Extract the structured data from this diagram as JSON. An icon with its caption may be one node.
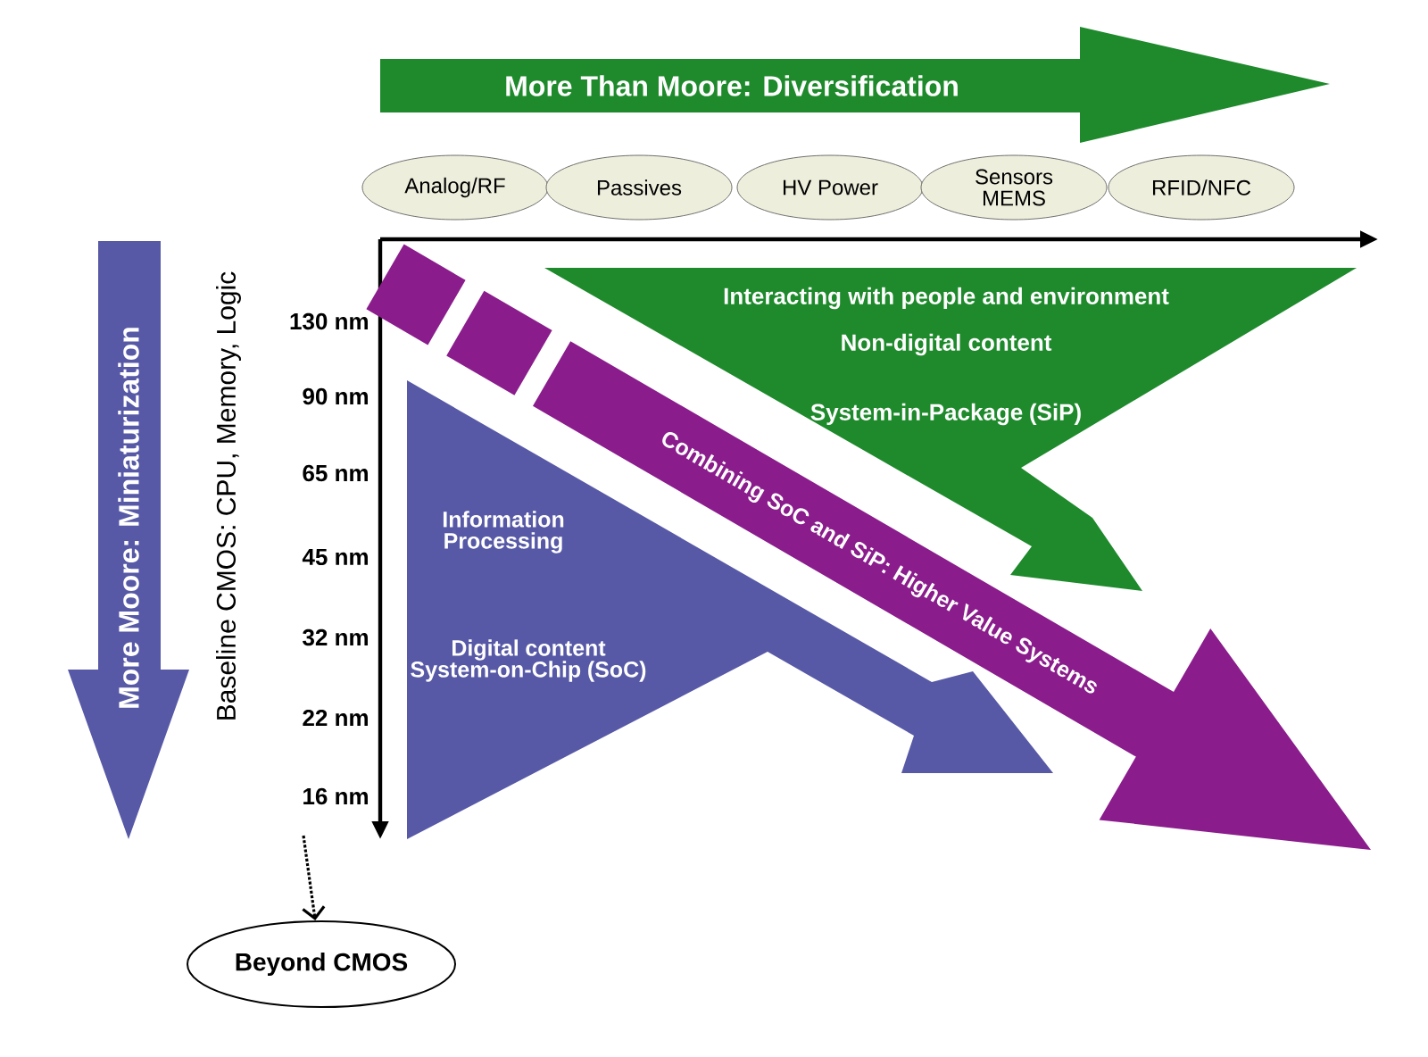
{
  "diagram": {
    "nodes": [
      {
        "text": [
          "More Than Moore: Diversification"
        ]
      },
      {
        "text": [
          "Analog/RF"
        ]
      },
      {
        "text": [
          "Passives"
        ]
      },
      {
        "text": [
          "HV Power"
        ]
      },
      {
        "text": [
          "Sensors MEMS"
        ]
      },
      {
        "text": [
          "RFID/NFC"
        ]
      },
      {
        "text": [
          "More Moore: Miniaturization"
        ]
      },
      {
        "text": [
          "Interacting with people and environment",
          "Non-digital content",
          "System-in-Package (SiP)"
        ]
      },
      {
        "text": [
          "Combining SoC and SiP: Higher Value Systems"
        ]
      },
      {
        "text": [
          "Information Processing",
          "Digital content System-on-Chip (SoC)"
        ]
      },
      {
        "text": [
          "Beyond CMOS"
        ]
      }
    ],
    "edges": [
      {
        "from": null,
        "to": 10,
        "arrow": "to",
        "style": "dashed"
      }
    ],
    "labels": [
      "Baseline CMOS: CPU, Memory, Logic",
      "130 nm",
      "90 nm",
      "65 nm",
      "45 nm",
      "32 nm",
      "22 nm",
      "16 nm"
    ]
  }
}
